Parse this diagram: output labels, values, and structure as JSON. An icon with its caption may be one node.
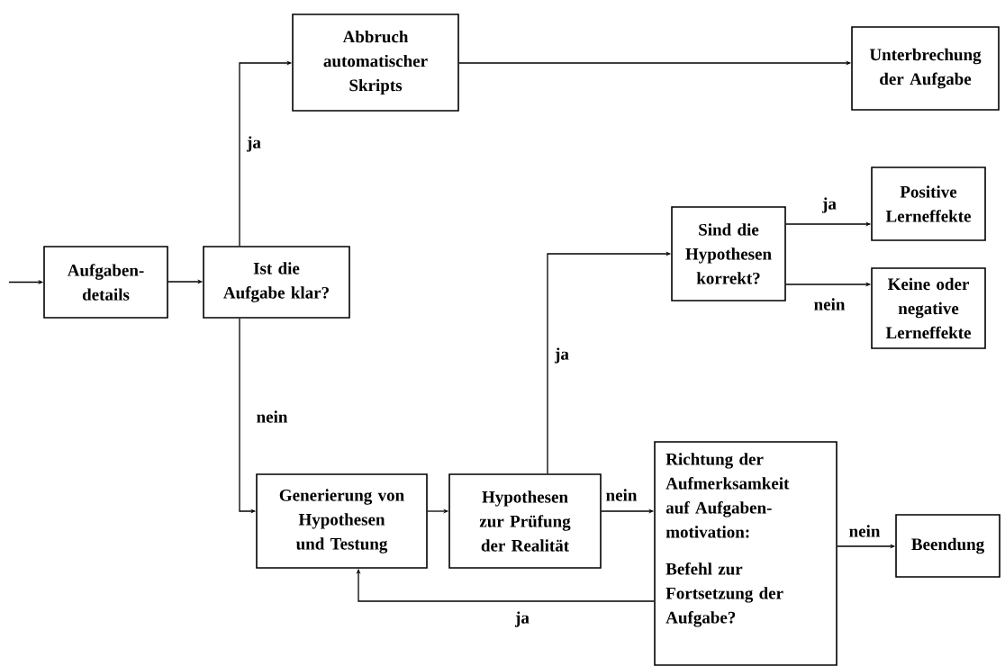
{
  "diagram": {
    "nodes": [
      {
        "text": [
          "Aufgaben- details"
        ]
      },
      {
        "text": [
          "Ist die Aufgabe klar?"
        ]
      },
      {
        "text": [
          "Abbruch automatischer Skripts"
        ]
      },
      {
        "text": [
          "Unterbrechung der Aufgabe"
        ]
      },
      {
        "text": [
          "Sind die Hypothesen korrekt?"
        ]
      },
      {
        "text": [
          "Positive Lerneffekte"
        ]
      },
      {
        "text": [
          "Keine oder negative Lerneffekte"
        ]
      },
      {
        "text": [
          "Generierung von Hypothesen und Testung"
        ]
      },
      {
        "text": [
          "Hypothesen zur Prüfung der Realität"
        ]
      },
      {
        "text": [
          "Richtung der Aufmerksamkeit auf Aufgaben- motivation:",
          "Befehl zur Fortsetzung der Aufgabe?"
        ]
      },
      {
        "text": [
          "Beendung"
        ]
      }
    ],
    "edges": [
      {
        "from": null,
        "to": 0,
        "arrow": "to"
      },
      {
        "from": 0,
        "to": 1,
        "arrow": "to"
      },
      {
        "from": 1,
        "to": 2,
        "arrow": "to",
        "label": "ja"
      },
      {
        "from": 2,
        "to": 3,
        "arrow": "to"
      },
      {
        "from": 1,
        "to": 7,
        "arrow": "to",
        "label": "nein"
      },
      {
        "from": 7,
        "to": 8,
        "arrow": "to"
      },
      {
        "from": 8,
        "to": 4,
        "arrow": "to",
        "label": "ja"
      },
      {
        "from": 4,
        "to": 5,
        "arrow": "to",
        "label": "ja"
      },
      {
        "from": 4,
        "to": 6,
        "arrow": "to",
        "label": "nein"
      },
      {
        "from": 8,
        "to": 9,
        "arrow": "to",
        "label": "nein"
      },
      {
        "from": 9,
        "to": 10,
        "arrow": "to",
        "label": "nein"
      },
      {
        "from": 9,
        "to": 7,
        "arrow": "to",
        "label": "ja"
      }
    ]
  }
}
